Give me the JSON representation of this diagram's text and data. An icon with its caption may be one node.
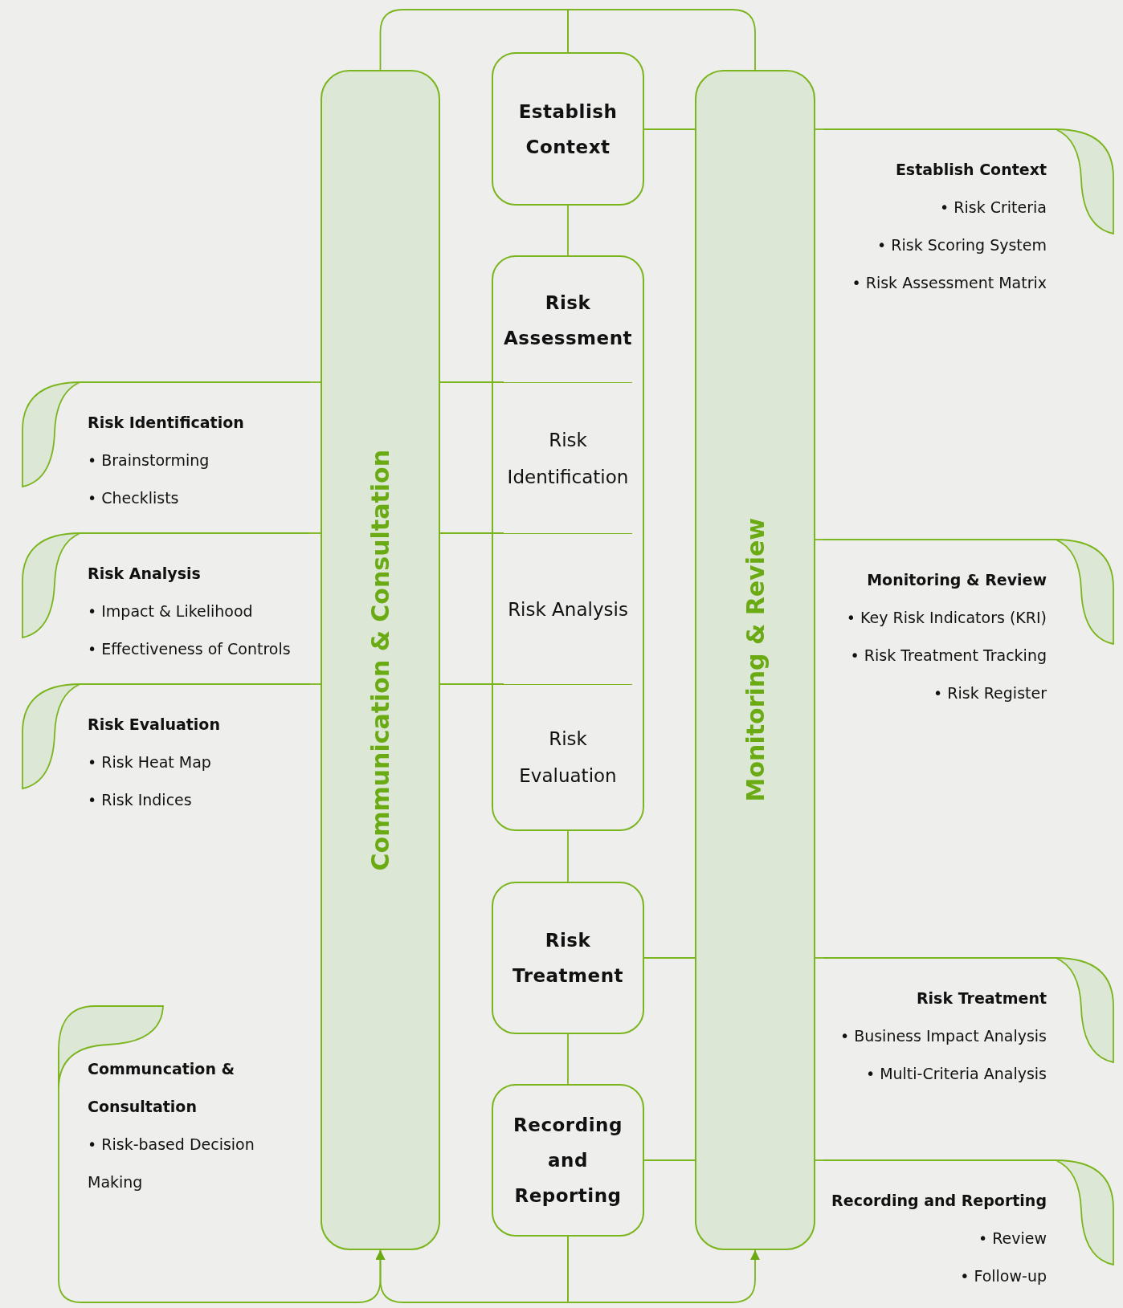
{
  "diagram": {
    "nodes": [
      {
        "text": [
          "Communication & Consultation"
        ]
      },
      {
        "text": [
          "Establish Context"
        ]
      },
      {
        "text": [
          "Risk Assessment"
        ]
      },
      {
        "text": [
          "Risk Identification"
        ],
        "in": 2
      },
      {
        "text": [
          "Risk Analysis"
        ],
        "in": 2
      },
      {
        "text": [
          "Risk Evaluation"
        ],
        "in": 2
      },
      {
        "text": [
          "Risk Treatment"
        ]
      },
      {
        "text": [
          "Recording and Reporting"
        ]
      },
      {
        "text": [
          "Monitoring & Review"
        ]
      },
      {
        "text": [
          "Risk Identification",
          "• Brainstorming",
          "• Checklists"
        ]
      },
      {
        "text": [
          "Risk Analysis",
          "• Impact & Likelihood",
          "• Effectiveness of Controls"
        ]
      },
      {
        "text": [
          "Risk Evaluation",
          "• Risk Heat Map",
          "• Risk Indices"
        ]
      },
      {
        "text": [
          "Communcation & Consultation",
          "• Risk-based Decision Making"
        ]
      },
      {
        "text": [
          "Establish Context",
          "• Risk Criteria",
          "• Risk Scoring System",
          "• Risk Assessment Matrix"
        ]
      },
      {
        "text": [
          "Monitoring & Review",
          "• Key Risk Indicators (KRI)",
          "• Risk Treatment Tracking",
          "• Risk Register"
        ]
      },
      {
        "text": [
          "Risk Treatment",
          "• Business Impact Analysis",
          "• Multi-Criteria Analysis"
        ]
      },
      {
        "text": [
          "Recording and Reporting",
          "• Review",
          "• Follow-up"
        ]
      }
    ],
    "edges": [
      {
        "from": 1,
        "to": 2,
        "arrow": "none"
      },
      {
        "from": 2,
        "to": 6,
        "arrow": "none"
      },
      {
        "from": 6,
        "to": 7,
        "arrow": "none"
      },
      {
        "from": 1,
        "to": 0,
        "arrow": "none"
      },
      {
        "from": 1,
        "to": 8,
        "arrow": "none"
      },
      {
        "from": 7,
        "to": 0,
        "arrow": "to"
      },
      {
        "from": 7,
        "to": 8,
        "arrow": "to"
      },
      {
        "from": 12,
        "to": 0,
        "arrow": "to"
      },
      {
        "from": 3,
        "to": 0,
        "arrow": "none"
      },
      {
        "from": 0,
        "to": 9,
        "arrow": "none"
      },
      {
        "from": 4,
        "to": 0,
        "arrow": "none"
      },
      {
        "from": 0,
        "to": 10,
        "arrow": "none"
      },
      {
        "from": 5,
        "to": 0,
        "arrow": "none"
      },
      {
        "from": 0,
        "to": 11,
        "arrow": "none"
      },
      {
        "from": 1,
        "to": 8,
        "arrow": "none"
      },
      {
        "from": 8,
        "to": 13,
        "arrow": "none"
      },
      {
        "from": 8,
        "to": 14,
        "arrow": "none"
      },
      {
        "from": 6,
        "to": 8,
        "arrow": "none"
      },
      {
        "from": 8,
        "to": 15,
        "arrow": "none"
      },
      {
        "from": 7,
        "to": 8,
        "arrow": "none"
      },
      {
        "from": 8,
        "to": 16,
        "arrow": "none"
      }
    ]
  }
}
